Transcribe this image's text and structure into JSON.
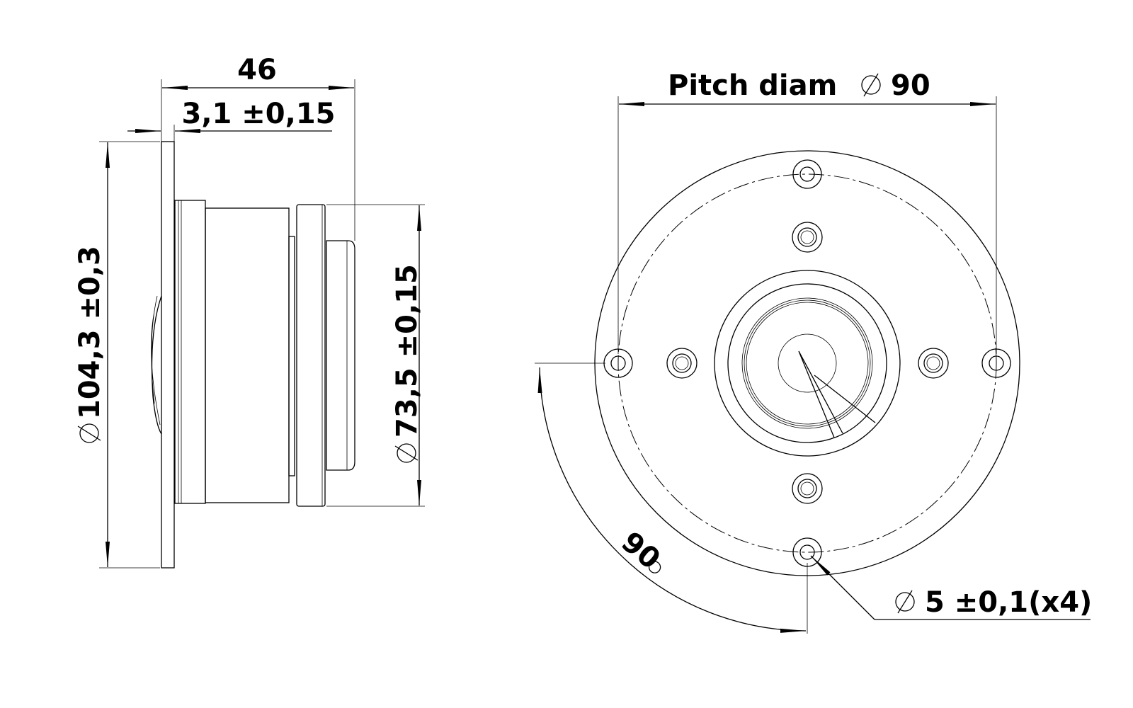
{
  "side_view": {
    "overall_length": "46",
    "flange_thickness": "3,1 ±0,15",
    "flange_diameter": "104,3 ±0,3",
    "body_diameter": "73,5 ±0,15"
  },
  "front_view": {
    "pitch_diameter": "Pitch diam",
    "pitch_value": "90",
    "angle": "90",
    "hole_spec": "5 ±0,1(x4)"
  },
  "symbols": {
    "diameter": "diameter-symbol",
    "degree": "degree-symbol"
  }
}
